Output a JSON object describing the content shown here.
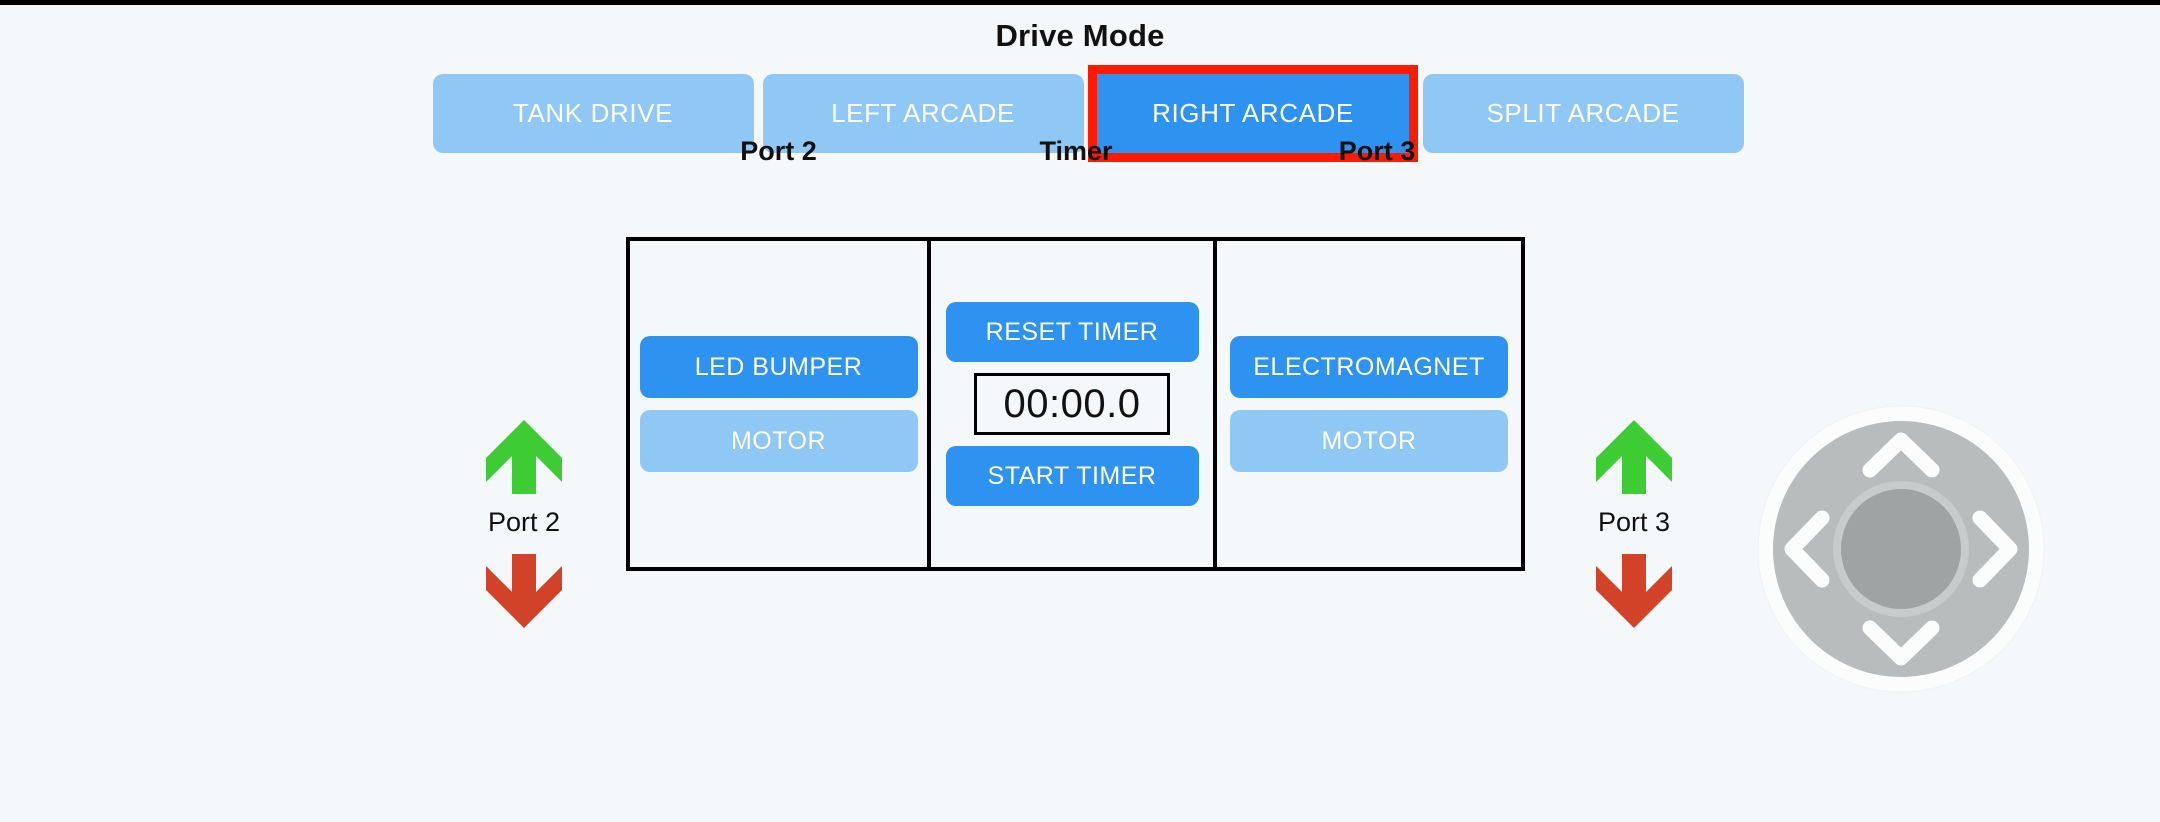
{
  "header": {
    "title": "Drive Mode"
  },
  "drive_modes": [
    {
      "label": "TANK DRIVE",
      "active": false,
      "name": "tank-drive"
    },
    {
      "label": "LEFT ARCADE",
      "active": false,
      "name": "left-arcade"
    },
    {
      "label": "RIGHT ARCADE",
      "active": true,
      "name": "right-arcade"
    },
    {
      "label": "SPLIT ARCADE",
      "active": false,
      "name": "split-arcade"
    }
  ],
  "panels": {
    "port2": {
      "label": "Port 2",
      "primary_button": "LED BUMPER",
      "secondary_button": "MOTOR"
    },
    "timer": {
      "label": "Timer",
      "reset_button": "RESET TIMER",
      "display": "00:00.0",
      "start_button": "START TIMER"
    },
    "port3": {
      "label": "Port 3",
      "primary_button": "ELECTROMAGNET",
      "secondary_button": "MOTOR"
    }
  },
  "port_controls": [
    {
      "label": "Port 2",
      "up_icon": "arrow-up-green",
      "down_icon": "arrow-down-red"
    },
    {
      "label": "Port 3",
      "up_icon": "arrow-up-green",
      "down_icon": "arrow-down-red"
    }
  ],
  "dpad": {
    "up_icon": "chevron-up-icon",
    "down_icon": "chevron-down-icon",
    "left_icon": "chevron-left-icon",
    "right_icon": "chevron-right-icon"
  },
  "colors": {
    "background": "#f4f8fa",
    "button_active": "#2e93f0",
    "button_inactive": "#90c8f5",
    "highlight": "#ff1a00",
    "arrow_up": "#3dcc33",
    "arrow_down": "#d24228",
    "panel_border": "#000000",
    "dpad_face": "#b8bcbd",
    "dpad_knob": "#9fa3a4"
  }
}
